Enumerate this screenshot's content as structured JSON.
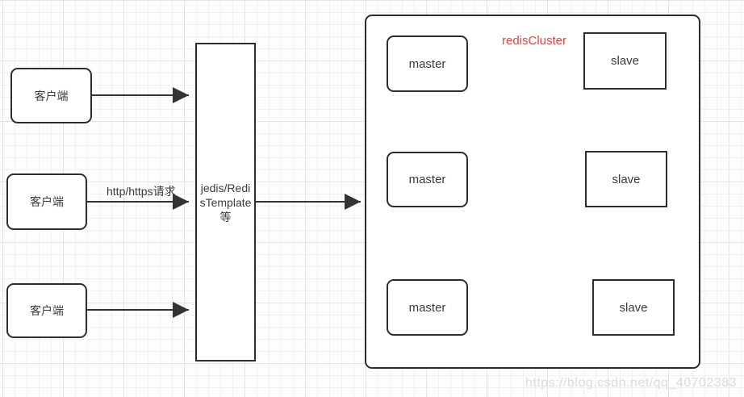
{
  "diagram": {
    "clients": [
      {
        "label": "客户端"
      },
      {
        "label": "客户端"
      },
      {
        "label": "客户端"
      }
    ],
    "middleware": {
      "label": "jedis/RedisTemplate等"
    },
    "arrow_labels": {
      "http_request": "http/https请求"
    },
    "cluster": {
      "label": "redisCluster",
      "pairs": [
        {
          "master": "master",
          "slave": "slave"
        },
        {
          "master": "master",
          "slave": "slave"
        },
        {
          "master": "master",
          "slave": "slave"
        }
      ]
    },
    "watermark": "https://blog.csdn.net/qq_40702383",
    "colors": {
      "box_border": "#2d2d2d",
      "cluster_label": "#fb3a3a",
      "arrow": "#333333",
      "watermark": "#dcdcdc",
      "grid_minor": "#f1f1f1",
      "grid_major": "#e4e4e4"
    }
  }
}
